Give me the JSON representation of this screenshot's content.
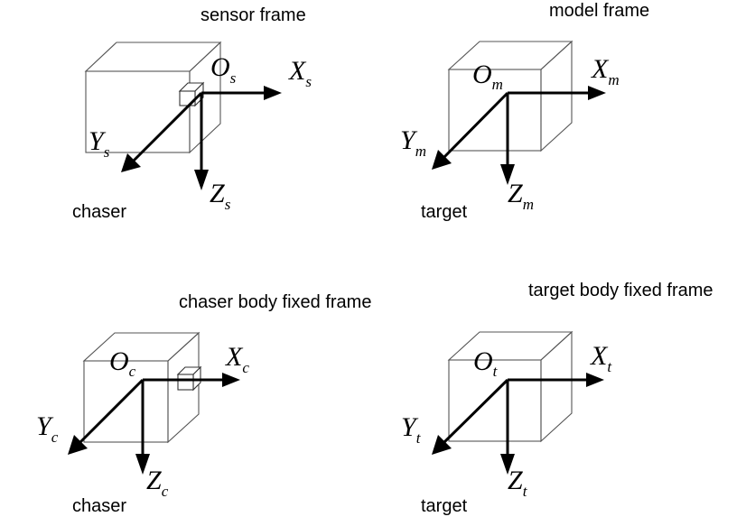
{
  "panels": [
    {
      "id": "sensor",
      "title": "sensor frame",
      "body_label": "chaser",
      "origin": {
        "main": "O",
        "sub": "s"
      },
      "x_axis": {
        "main": "X",
        "sub": "s"
      },
      "y_axis": {
        "main": "Y",
        "sub": "s"
      },
      "z_axis": {
        "main": "Z",
        "sub": "s"
      }
    },
    {
      "id": "model",
      "title": "model frame",
      "body_label": "target",
      "origin": {
        "main": "O",
        "sub": "m"
      },
      "x_axis": {
        "main": "X",
        "sub": "m"
      },
      "y_axis": {
        "main": "Y",
        "sub": "m"
      },
      "z_axis": {
        "main": "Z",
        "sub": "m"
      }
    },
    {
      "id": "chaser-body",
      "title": "chaser body fixed frame",
      "body_label": "chaser",
      "origin": {
        "main": "O",
        "sub": "c"
      },
      "x_axis": {
        "main": "X",
        "sub": "c"
      },
      "y_axis": {
        "main": "Y",
        "sub": "c"
      },
      "z_axis": {
        "main": "Z",
        "sub": "c"
      }
    },
    {
      "id": "target-body",
      "title": "target body fixed frame",
      "body_label": "target",
      "origin": {
        "main": "O",
        "sub": "t"
      },
      "x_axis": {
        "main": "X",
        "sub": "t"
      },
      "y_axis": {
        "main": "Y",
        "sub": "t"
      },
      "z_axis": {
        "main": "Z",
        "sub": "t"
      }
    }
  ]
}
